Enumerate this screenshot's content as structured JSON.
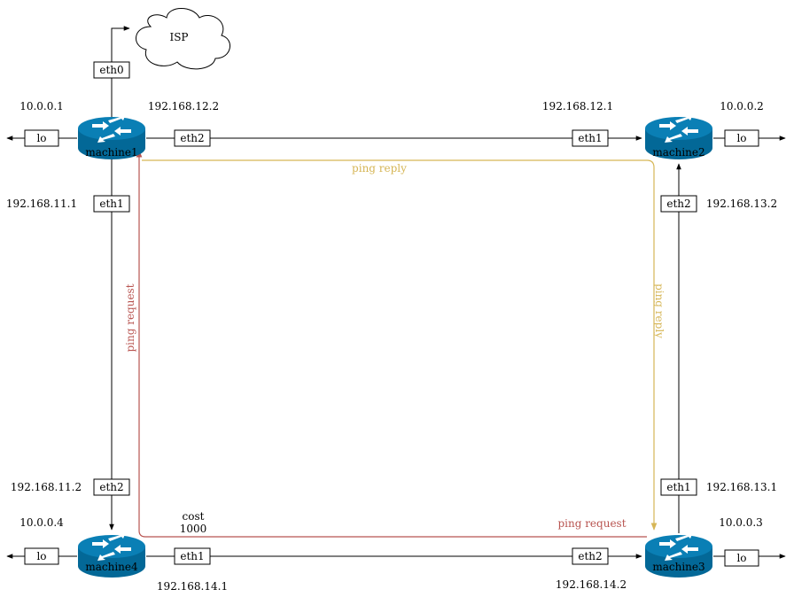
{
  "isp": {
    "label": "ISP"
  },
  "machines": {
    "m1": {
      "name": "machine1",
      "lo_ip": "10.0.0.1"
    },
    "m2": {
      "name": "machine2",
      "lo_ip": "10.0.0.2"
    },
    "m3": {
      "name": "machine3",
      "lo_ip": "10.0.0.3"
    },
    "m4": {
      "name": "machine4",
      "lo_ip": "10.0.0.4"
    }
  },
  "interfaces": {
    "m1_eth0": "eth0",
    "m1_eth1": "eth1",
    "m1_eth2": "eth2",
    "m1_lo": "lo",
    "m2_eth1": "eth1",
    "m2_eth2": "eth2",
    "m2_lo": "lo",
    "m3_eth1": "eth1",
    "m3_eth2": "eth2",
    "m3_lo": "lo",
    "m4_eth1": "eth1",
    "m4_eth2": "eth2",
    "m4_lo": "lo"
  },
  "ips": {
    "m1_eth2": "192.168.12.2",
    "m2_eth1": "192.168.12.1",
    "m1_eth1": "192.168.11.1",
    "m2_eth2": "192.168.13.2",
    "m4_eth2": "192.168.11.2",
    "m3_eth1": "192.168.13.1",
    "m4_eth1": "192.168.14.1",
    "m3_eth2": "192.168.14.2"
  },
  "flows": {
    "ping_reply": "ping reply",
    "ping_request": "ping request"
  },
  "cost": {
    "label": "cost",
    "value": "1000"
  },
  "colors": {
    "router": "#036897",
    "reply": "#d6b656",
    "request": "#b85450"
  }
}
